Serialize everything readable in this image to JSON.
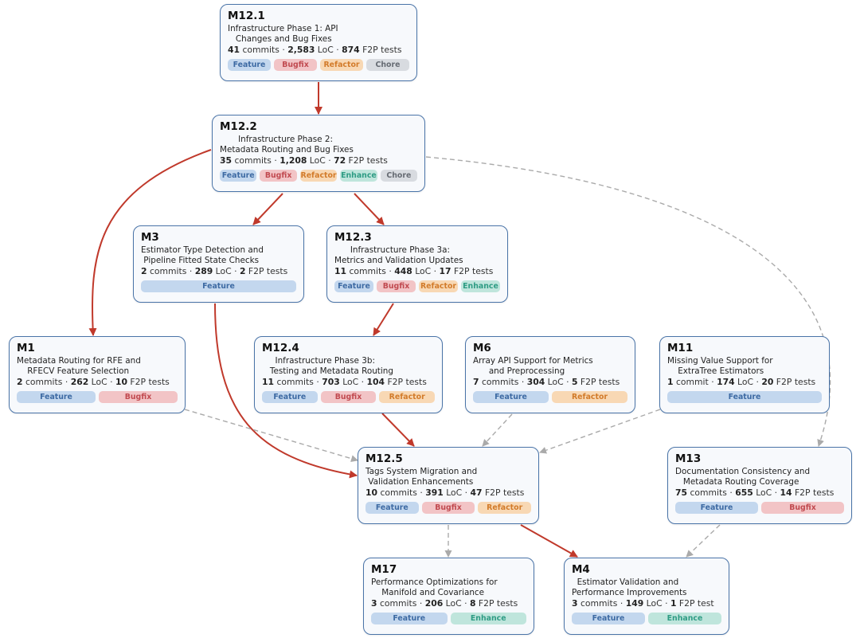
{
  "colors": {
    "node_border": "#4a74a8",
    "dependency_edge": "#c0392b",
    "soft_edge": "#aaaaaa",
    "feature": "#c3d7ee",
    "bugfix": "#f2c4c6",
    "refactor": "#f8d8b4",
    "chore": "#d8dbe0",
    "enhance": "#bfe5dc"
  },
  "nodes": [
    {
      "id": "M12.1",
      "title": "Infrastructure Phase 1: API\n   Changes and Bug Fixes",
      "commits": "41",
      "commits_label": "commits",
      "loc": "2,583",
      "tests": "874",
      "tests_label": "F2P tests",
      "tags": [
        "Feature",
        "Bugfix",
        "Refactor",
        "Chore"
      ]
    },
    {
      "id": "M12.2",
      "title": "       Infrastructure Phase 2:\nMetadata Routing and Bug Fixes",
      "commits": "35",
      "commits_label": "commits",
      "loc": "1,208",
      "tests": "72",
      "tests_label": "F2P tests",
      "tags": [
        "Feature",
        "Bugfix",
        "Refactor",
        "Enhance",
        "Chore"
      ]
    },
    {
      "id": "M3",
      "title": "Estimator Type Detection and\n Pipeline Fitted State Checks",
      "commits": "2",
      "commits_label": "commits",
      "loc": "289",
      "tests": "2",
      "tests_label": "F2P tests",
      "tags": [
        "Feature"
      ]
    },
    {
      "id": "M12.3",
      "title": "      Infrastructure Phase 3a:\nMetrics and Validation Updates",
      "commits": "11",
      "commits_label": "commits",
      "loc": "448",
      "tests": "17",
      "tests_label": "F2P tests",
      "tags": [
        "Feature",
        "Bugfix",
        "Refactor",
        "Enhance"
      ]
    },
    {
      "id": "M1",
      "title": "Metadata Routing for RFE and\n    RFECV Feature Selection",
      "commits": "2",
      "commits_label": "commits",
      "loc": "262",
      "tests": "10",
      "tests_label": "F2P tests",
      "tags": [
        "Feature",
        "Bugfix"
      ]
    },
    {
      "id": "M12.4",
      "title": "     Infrastructure Phase 3b:\n   Testing and Metadata Routing",
      "commits": "11",
      "commits_label": "commits",
      "loc": "703",
      "tests": "104",
      "tests_label": "F2P tests",
      "tags": [
        "Feature",
        "Bugfix",
        "Refactor"
      ]
    },
    {
      "id": "M6",
      "title": "Array API Support for Metrics\n      and Preprocessing",
      "commits": "7",
      "commits_label": "commits",
      "loc": "304",
      "tests": "5",
      "tests_label": "F2P tests",
      "tags": [
        "Feature",
        "Refactor"
      ]
    },
    {
      "id": "M11",
      "title": "Missing Value Support for\n    ExtraTree Estimators",
      "commits": "1",
      "commits_label": "commit",
      "loc": "174",
      "tests": "20",
      "tests_label": "F2P tests",
      "tags": [
        "Feature"
      ]
    },
    {
      "id": "M12.5",
      "title": "Tags System Migration and\n Validation Enhancements",
      "commits": "10",
      "commits_label": "commits",
      "loc": "391",
      "tests": "47",
      "tests_label": "F2P tests",
      "tags": [
        "Feature",
        "Bugfix",
        "Refactor"
      ]
    },
    {
      "id": "M13",
      "title": "Documentation Consistency and\n   Metadata Routing Coverage",
      "commits": "75",
      "commits_label": "commits",
      "loc": "655",
      "tests": "14",
      "tests_label": "F2P tests",
      "tags": [
        "Feature",
        "Bugfix"
      ]
    },
    {
      "id": "M17",
      "title": "Performance Optimizations for\n    Manifold and Covariance",
      "commits": "3",
      "commits_label": "commits",
      "loc": "206",
      "tests": "8",
      "tests_label": "F2P tests",
      "tags": [
        "Feature",
        "Enhance"
      ]
    },
    {
      "id": "M4",
      "title": "  Estimator Validation and\nPerformance Improvements",
      "commits": "3",
      "commits_label": "commits",
      "loc": "149",
      "tests": "1",
      "tests_label": "F2P test",
      "tags": [
        "Feature",
        "Enhance"
      ]
    }
  ],
  "edges": [
    {
      "from": "M12.1",
      "to": "M12.2",
      "style": "solid"
    },
    {
      "from": "M12.2",
      "to": "M3",
      "style": "solid"
    },
    {
      "from": "M12.2",
      "to": "M12.3",
      "style": "solid"
    },
    {
      "from": "M12.2",
      "to": "M1",
      "style": "solid"
    },
    {
      "from": "M12.2",
      "to": "M13",
      "style": "dashed"
    },
    {
      "from": "M12.3",
      "to": "M12.4",
      "style": "solid"
    },
    {
      "from": "M3",
      "to": "M12.5",
      "style": "solid"
    },
    {
      "from": "M12.4",
      "to": "M12.5",
      "style": "solid"
    },
    {
      "from": "M1",
      "to": "M12.5",
      "style": "dashed"
    },
    {
      "from": "M6",
      "to": "M12.5",
      "style": "dashed"
    },
    {
      "from": "M11",
      "to": "M12.5",
      "style": "dashed"
    },
    {
      "from": "M12.5",
      "to": "M17",
      "style": "dashed"
    },
    {
      "from": "M12.5",
      "to": "M4",
      "style": "solid"
    },
    {
      "from": "M13",
      "to": "M4",
      "style": "dashed"
    }
  ],
  "loc_label": "LoC"
}
